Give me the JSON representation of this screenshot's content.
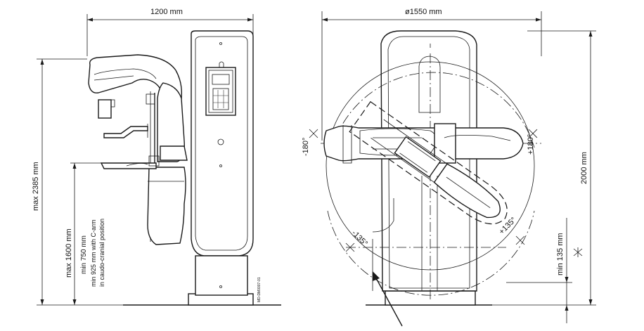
{
  "dimensions": {
    "side_width": "1200 mm",
    "top_diameter": "ø1550 mm",
    "max_height": "max 2385 mm",
    "table_height_max": "max 1600 mm",
    "table_height_min": "min 750 mm",
    "table_height_min_carm": "min 925 mm with C-arm",
    "table_height_caudo": "in caudo-cranial position",
    "column_height": "2000 mm",
    "min_clearance": "min 135 mm"
  },
  "angles": {
    "neg_180": "-180°",
    "pos_180": "+180°",
    "neg_135": "-135°",
    "pos_135": "+135°"
  },
  "drawing_id": "MD-DM0007-01"
}
